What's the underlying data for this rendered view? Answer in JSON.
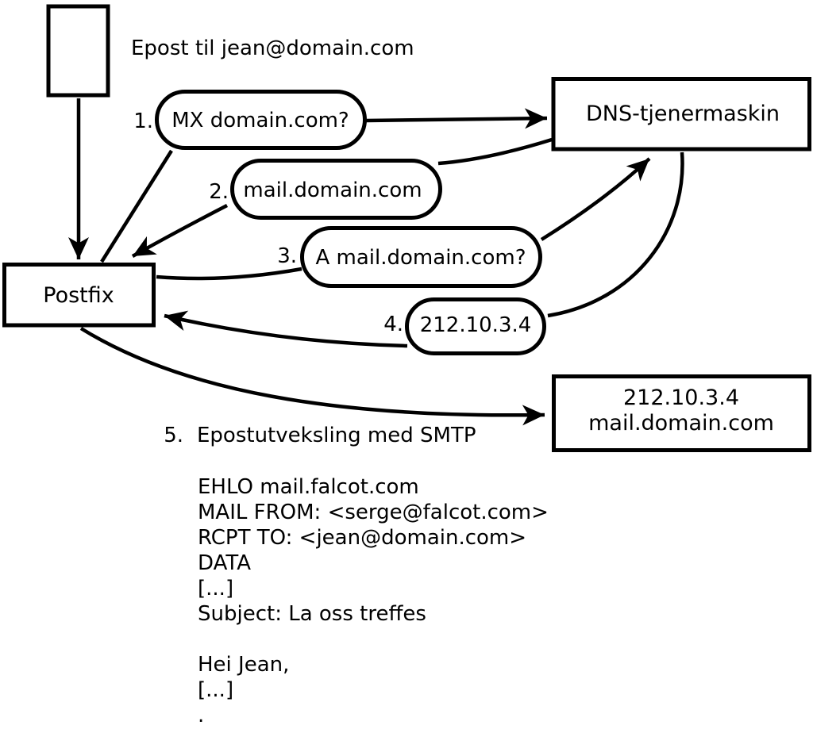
{
  "diagram": {
    "title": "Epost til jean@domain.com",
    "nodes": {
      "postfix": "Postfix",
      "dns": "DNS-tjenermaskin",
      "target_ip": "212.10.3.4",
      "target_host": "mail.domain.com"
    },
    "steps": [
      {
        "num": "1.",
        "label": "MX domain.com?"
      },
      {
        "num": "2.",
        "label": "mail.domain.com"
      },
      {
        "num": "3.",
        "label": "A mail.domain.com?"
      },
      {
        "num": "4.",
        "label": "212.10.3.4"
      },
      {
        "num": "5.",
        "label": "Epostutveksling med SMTP"
      }
    ],
    "smtp_session": {
      "lines": [
        "EHLO mail.falcot.com",
        "MAIL FROM: <serge@falcot.com>",
        "RCPT TO: <jean@domain.com>",
        "DATA",
        "[...]",
        "Subject: La oss treffes",
        "",
        "Hei Jean,",
        "[...]",
        "."
      ]
    },
    "colors": {
      "ink": "#000000",
      "paper": "#ffffff"
    }
  }
}
